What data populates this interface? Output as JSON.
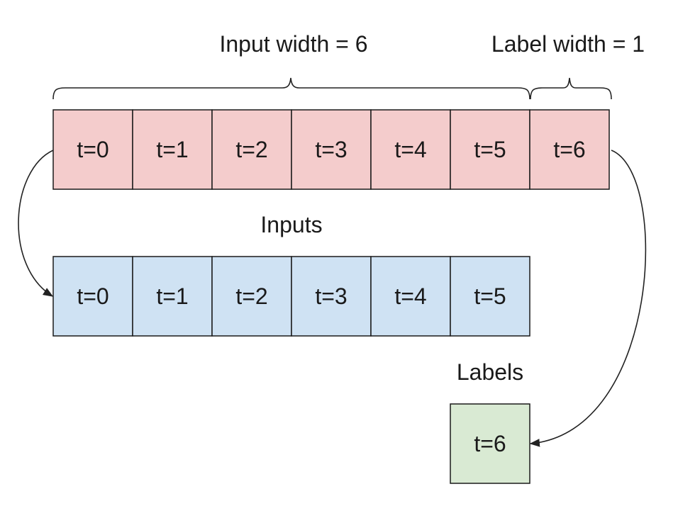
{
  "labels": {
    "input_width": "Input width = 6",
    "label_width": "Label width = 1",
    "inputs": "Inputs",
    "labels": "Labels"
  },
  "full_window": {
    "cells": [
      "t=0",
      "t=1",
      "t=2",
      "t=3",
      "t=4",
      "t=5",
      "t=6"
    ],
    "fill": "#f4cccc"
  },
  "inputs_row": {
    "cells": [
      "t=0",
      "t=1",
      "t=2",
      "t=3",
      "t=4",
      "t=5"
    ],
    "fill": "#cfe2f3"
  },
  "labels_row": {
    "cells": [
      "t=6"
    ],
    "fill": "#d9ead3"
  },
  "colors": {
    "stroke": "#1a1a1a"
  }
}
